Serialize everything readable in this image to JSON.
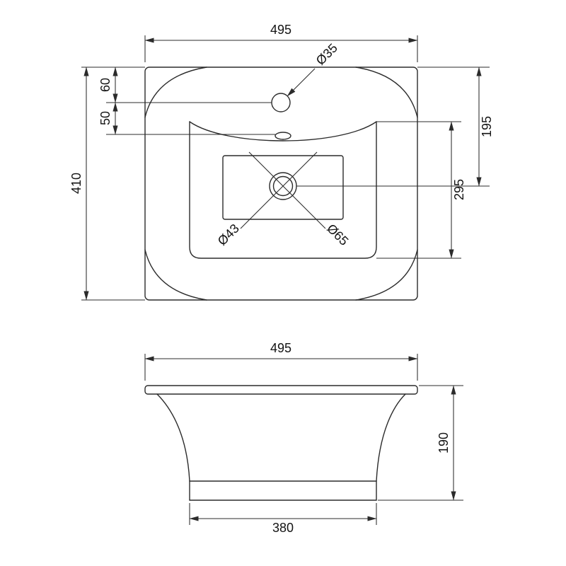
{
  "colors": {
    "line": "#2b2b2b",
    "text": "#141414",
    "background": "#ffffff"
  },
  "plan_view": {
    "name": "basin-plan-view",
    "dims": {
      "overall_width": "495",
      "overall_depth": "410",
      "tap_hole_from_rear": "60",
      "overflow_from_tap": "50",
      "right_upper": "195",
      "right_lower": "295"
    },
    "callouts": {
      "tap_hole": "Ø35",
      "waste_inner": "Ø43",
      "waste_outer": "Ø65"
    }
  },
  "front_view": {
    "name": "basin-front-view",
    "dims": {
      "overall_width": "495",
      "height": "190",
      "base_width": "380"
    }
  }
}
